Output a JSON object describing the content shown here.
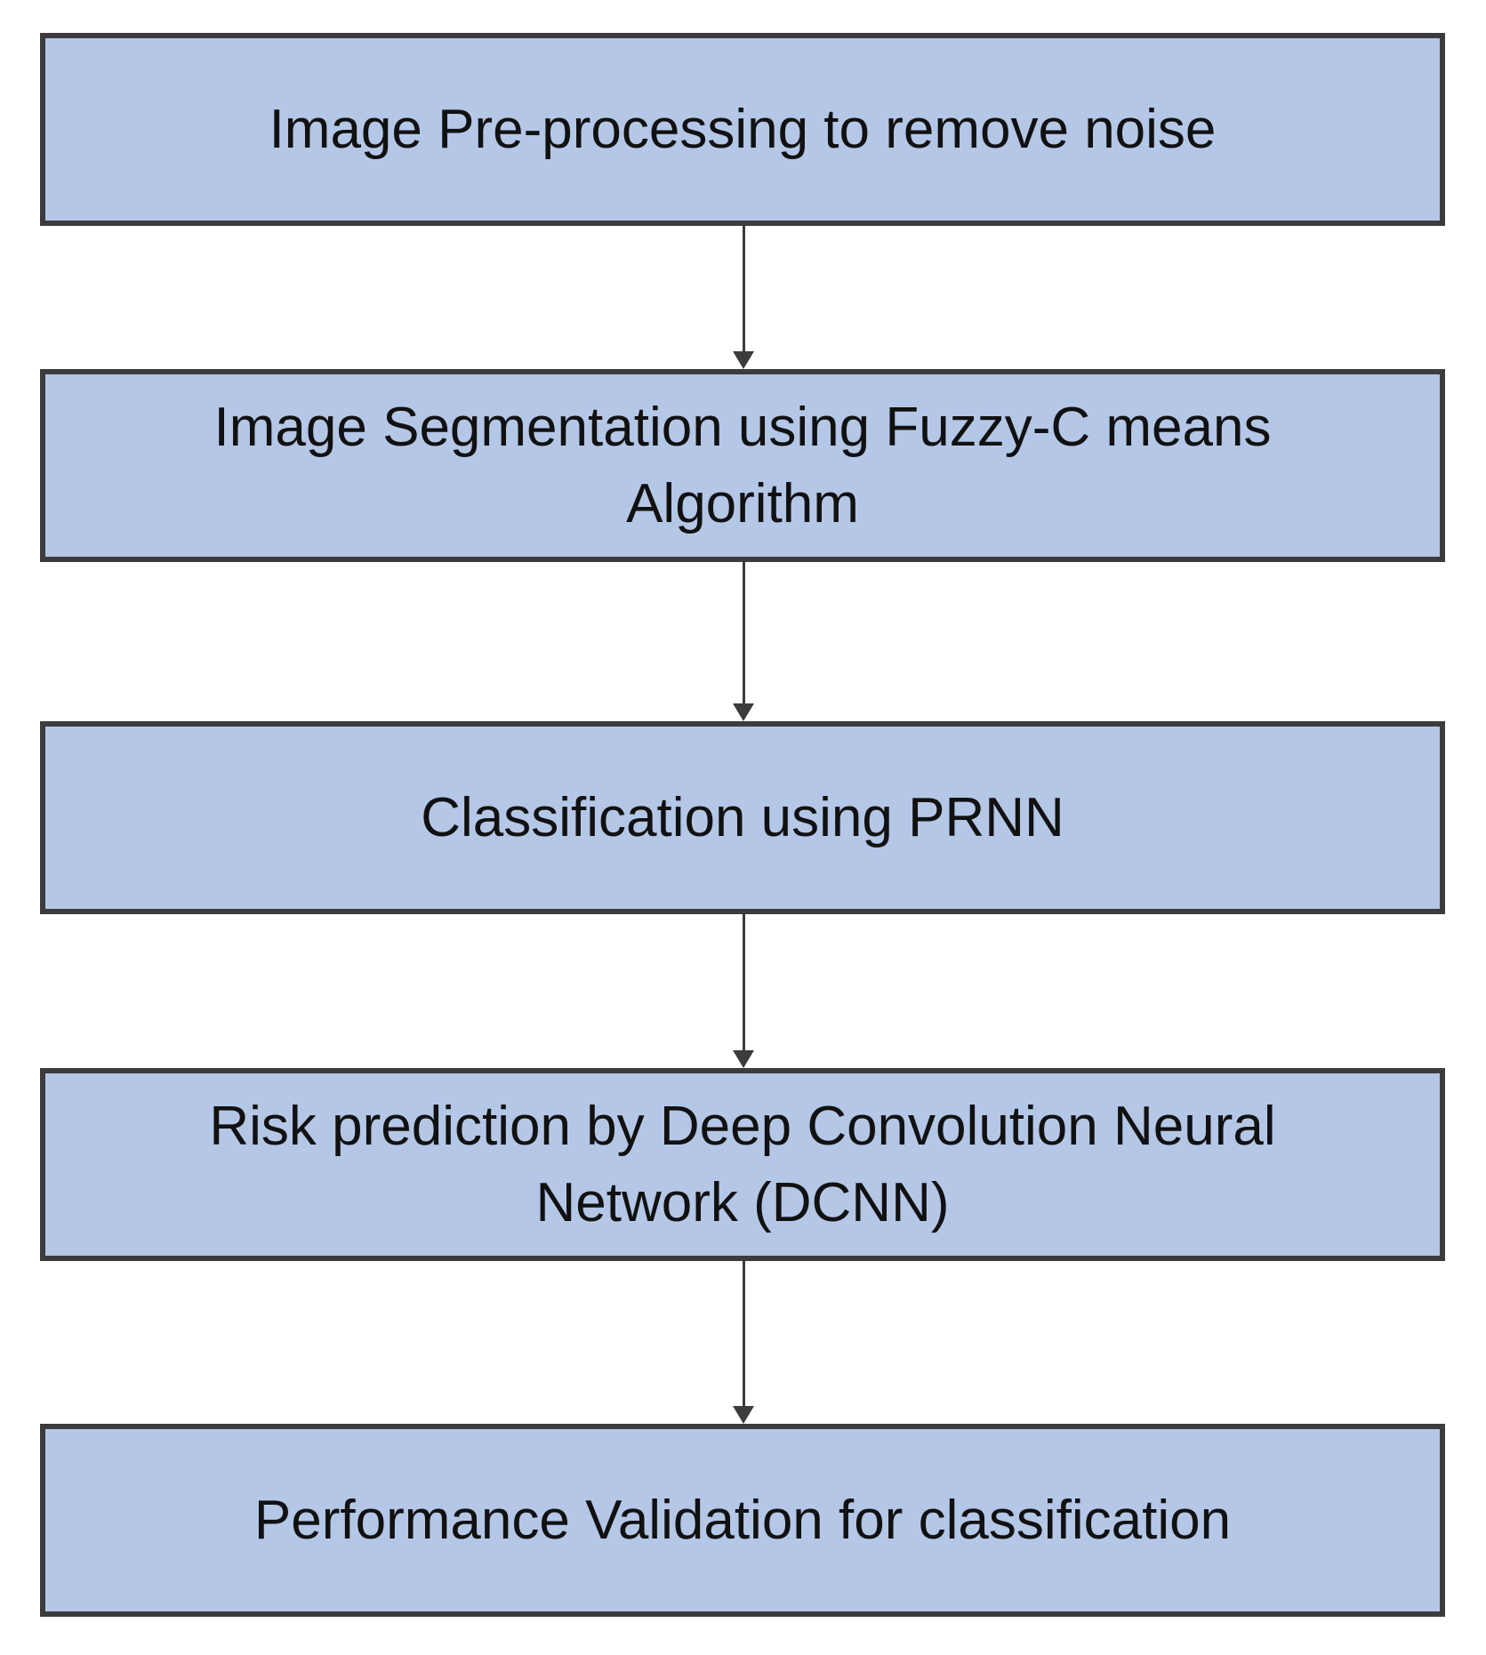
{
  "diagram": {
    "type": "flowchart",
    "colors": {
      "box_fill": "#b4c7e7",
      "box_border": "#3c3c3c",
      "arrow": "#3c3c3c",
      "text": "#111111"
    },
    "steps": [
      {
        "label": "Image Pre-processing to remove noise"
      },
      {
        "label": "Image  Segmentation using Fuzzy-C  means\nAlgorithm"
      },
      {
        "label": "Classification using PRNN"
      },
      {
        "label": "Risk prediction by Deep Convolution Neural\nNetwork (DCNN)"
      },
      {
        "label": "Performance Validation for classification"
      }
    ],
    "connectors": [
      {
        "from": 0,
        "to": 1
      },
      {
        "from": 1,
        "to": 2
      },
      {
        "from": 2,
        "to": 3
      },
      {
        "from": 3,
        "to": 4
      }
    ]
  }
}
